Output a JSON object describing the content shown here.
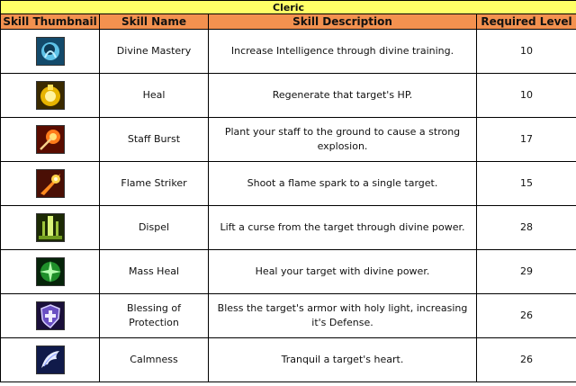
{
  "title": "Cleric",
  "headers": {
    "thumbnail": "Skill Thumbnail",
    "name": "Skill Name",
    "description": "Skill Description",
    "level": "Required Level"
  },
  "skills": [
    {
      "name": "Divine Mastery",
      "description": "Increase Intelligence through divine training.",
      "level": "10",
      "icon": "divine-mastery-icon",
      "color": "#2b7fb0"
    },
    {
      "name": "Heal",
      "description": "Regenerate that target's HP.",
      "level": "10",
      "icon": "heal-icon",
      "color": "#d9a400"
    },
    {
      "name": "Staff Burst",
      "description": "Plant your staff to the ground to cause a strong explosion.",
      "level": "17",
      "icon": "staff-burst-icon",
      "color": "#c9300b"
    },
    {
      "name": "Flame Striker",
      "description": "Shoot a flame spark to a single target.",
      "level": "15",
      "icon": "flame-striker-icon",
      "color": "#d8470f"
    },
    {
      "name": "Dispel",
      "description": "Lift a curse from the target through divine power.",
      "level": "28",
      "icon": "dispel-icon",
      "color": "#6f9a1e"
    },
    {
      "name": "Mass Heal",
      "description": "Heal your target with divine power.",
      "level": "29",
      "icon": "mass-heal-icon",
      "color": "#1f8f2a"
    },
    {
      "name": "Blessing of Protection",
      "description": "Bless the target's armor with holy light, increasing it's Defense.",
      "level": "26",
      "icon": "blessing-of-protection-icon",
      "color": "#5a3fa0"
    },
    {
      "name": "Calmness",
      "description": "Tranquil a target's heart.",
      "level": "26",
      "icon": "calmness-icon",
      "color": "#3b4fb5"
    }
  ]
}
